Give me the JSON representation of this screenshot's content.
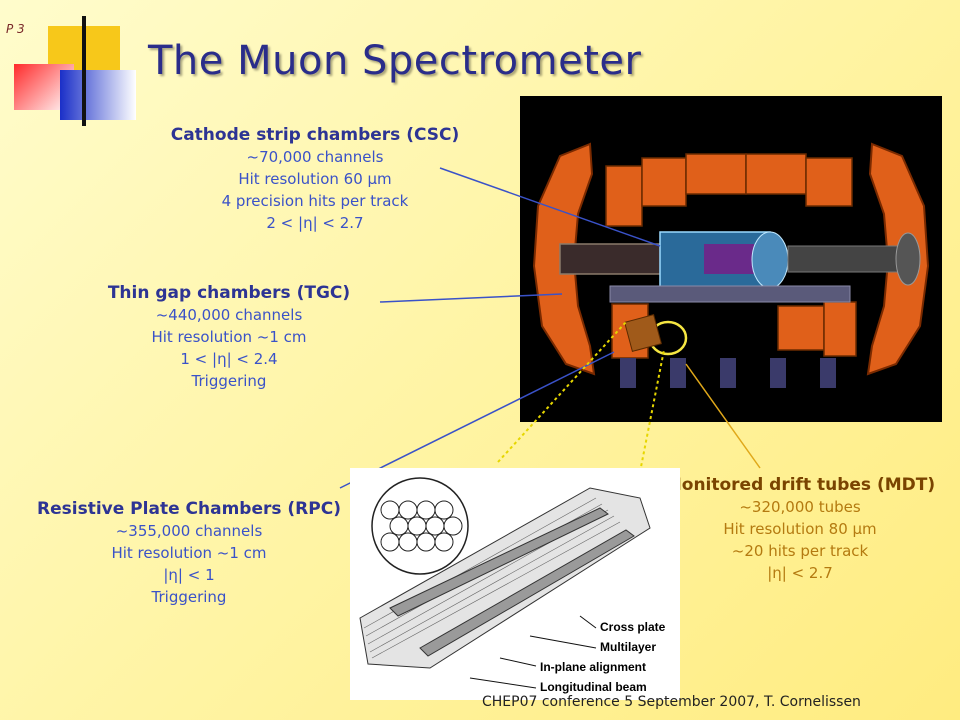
{
  "page_number": "P 3",
  "title": "The Muon Spectrometer",
  "csc": {
    "heading": "Cathode strip chambers (CSC)",
    "lines": [
      "~70,000 channels",
      "Hit resolution 60 µm",
      "4 precision hits per track",
      "2 < |η| < 2.7"
    ]
  },
  "tgc": {
    "heading": "Thin gap chambers (TGC)",
    "lines": [
      "~440,000 channels",
      "Hit resolution ~1 cm",
      "1 < |η| < 2.4",
      "Triggering"
    ]
  },
  "rpc": {
    "heading": "Resistive Plate Chambers (RPC)",
    "lines": [
      "~355,000 channels",
      "Hit resolution ~1 cm",
      "|η| < 1",
      "Triggering"
    ]
  },
  "mdt": {
    "heading": "Monitored drift tubes (MDT)",
    "lines": [
      "~320,000 tubes",
      "Hit resolution 80 µm",
      "~20 hits per track",
      "|η| < 2.7"
    ]
  },
  "mdt_diagram": {
    "labels": [
      "Cross plate",
      "Multilayer",
      "In-plane alignment",
      "Longitudinal beam"
    ]
  },
  "footer": "CHEP07 conference 5 September 2007, T. Cornelissen",
  "colors": {
    "title": "#2a2d8a",
    "blue_text": "#3a52c8",
    "brown_text": "#b47a10",
    "detector_orange": "#e0601a"
  }
}
